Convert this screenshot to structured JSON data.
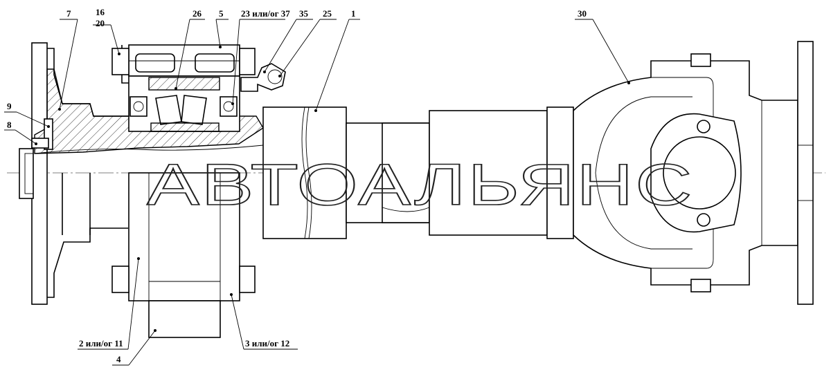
{
  "watermark": "АВТОАЛЬЯНС",
  "callouts": {
    "c7": "7",
    "c16": "16",
    "c20": "20",
    "c26": "26",
    "c5": "5",
    "c23": "23 или/ог 37",
    "c35": "35",
    "c25": "25",
    "c1": "1",
    "c30": "30",
    "c9": "9",
    "c8": "8",
    "c2": "2 или/ог 11",
    "c3": "3 или/ог 12",
    "c4": "4"
  }
}
